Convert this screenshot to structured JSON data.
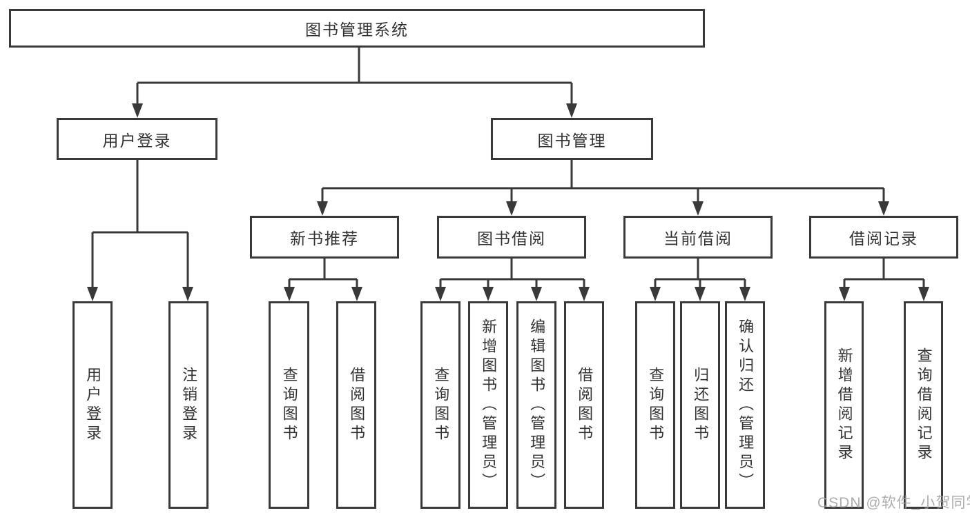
{
  "diagram": {
    "tree": {
      "label": "图书管理系统",
      "children": [
        {
          "label": "用户登录",
          "children": [
            {
              "label": "用户登录"
            },
            {
              "label": "注销登录"
            }
          ]
        },
        {
          "label": "图书管理",
          "children": [
            {
              "label": "新书推荐",
              "children": [
                {
                  "label": "查询图书"
                },
                {
                  "label": "借阅图书"
                }
              ]
            },
            {
              "label": "图书借阅",
              "children": [
                {
                  "label": "查询图书"
                },
                {
                  "label": "新增图书（管理员）"
                },
                {
                  "label": "编辑图书（管理员）"
                },
                {
                  "label": "借阅图书"
                }
              ]
            },
            {
              "label": "当前借阅",
              "children": [
                {
                  "label": "查询图书"
                },
                {
                  "label": "归还图书"
                },
                {
                  "label": "确认归还（管理员）"
                }
              ]
            },
            {
              "label": "借阅记录",
              "children": [
                {
                  "label": "新增借阅记录"
                },
                {
                  "label": "查询借阅记录"
                }
              ]
            }
          ]
        }
      ]
    },
    "colors": {
      "line": "#393939",
      "box_border": "#393939",
      "box_fill": "#ffffff",
      "text": "#333333",
      "background": "#ffffff",
      "watermark": "#9f9f9f"
    }
  },
  "watermark": {
    "text": "CSDN @软件_小贺同学"
  }
}
